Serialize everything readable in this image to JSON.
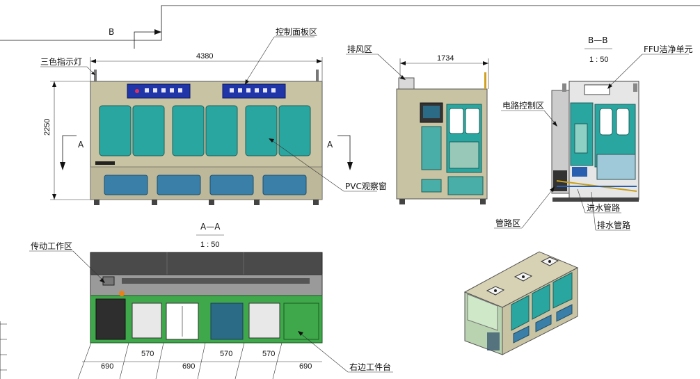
{
  "section_marks": {
    "b_top": "B",
    "a_left": "A",
    "a_right": "A"
  },
  "front_view": {
    "label_signal_light": "三色指示灯",
    "label_control_panel": "控制面板区",
    "label_pvc_window": "PVC观察窗",
    "dim_width": "4380",
    "dim_height": "2250"
  },
  "side_view": {
    "label_exhaust": "排风区",
    "dim_width": "1734"
  },
  "section_bb": {
    "title": "B—B",
    "scale": "1 : 50",
    "label_ffu": "FFU洁净单元",
    "label_circuit": "电路控制区",
    "label_pipe_zone": "管路区",
    "label_inlet": "进水管路",
    "label_drain": "排水管路"
  },
  "section_aa": {
    "title": "A—A",
    "scale": "1 : 50",
    "label_drive": "传动工作区",
    "label_right_bench": "右边工件台",
    "dims": [
      "690",
      "570",
      "690",
      "570",
      "570",
      "690"
    ]
  },
  "colors": {
    "frame": "#c8c3a2",
    "window": "#2aa6a0",
    "panel": "#1f35a8",
    "tank": "#3a7fa8",
    "plan_green": "#3ea84a",
    "plan_dark": "#4a4a4a"
  }
}
